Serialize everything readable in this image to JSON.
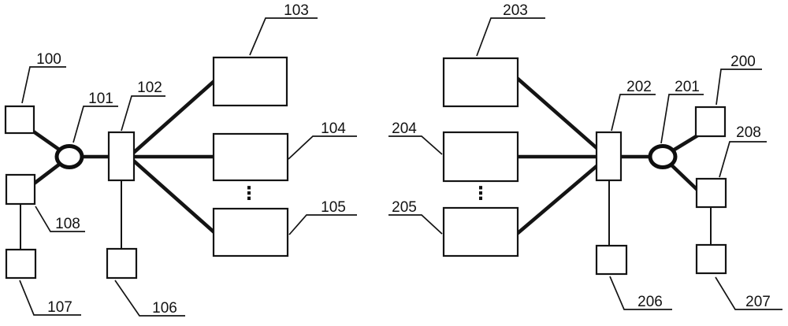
{
  "figure": {
    "type": "patent-network-diagram",
    "background": "#ffffff",
    "line_color": "#141414",
    "text_color": "#121212",
    "networks": [
      {
        "name": "left-network",
        "node_refs": [
          "100",
          "101",
          "102",
          "103",
          "104",
          "105",
          "106",
          "107",
          "108"
        ],
        "hub_refs": [
          "101",
          "102"
        ],
        "connections": [
          "100-101",
          "108-101",
          "101-102",
          "102-103",
          "102-104",
          "102-105",
          "102-106",
          "108-107"
        ]
      },
      {
        "name": "right-network",
        "node_refs": [
          "200",
          "201",
          "202",
          "203",
          "204",
          "205",
          "206",
          "207",
          "208"
        ],
        "hub_refs": [
          "201",
          "202"
        ],
        "connections": [
          "203-202",
          "204-202",
          "205-202",
          "202-201",
          "201-200",
          "201-208",
          "202-206",
          "208-207"
        ]
      }
    ]
  },
  "labels": {
    "n100": "100",
    "n101": "101",
    "n102": "102",
    "n103": "103",
    "n104": "104",
    "n105": "105",
    "n106": "106",
    "n107": "107",
    "n108": "108",
    "n200": "200",
    "n201": "201",
    "n202": "202",
    "n203": "203",
    "n204": "204",
    "n205": "205",
    "n206": "206",
    "n207": "207",
    "n208": "208"
  },
  "symbols": {
    "vertical_ellipsis": "⋮"
  }
}
